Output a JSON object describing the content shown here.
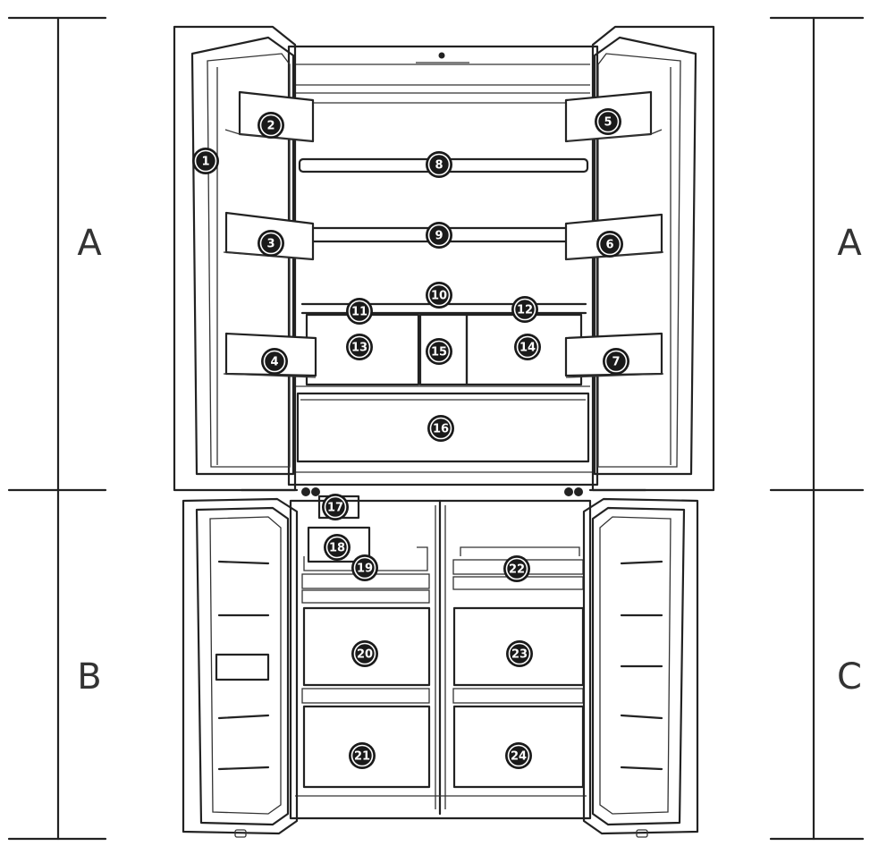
{
  "diagram": {
    "section_labels": {
      "left_upper": "A",
      "right_upper": "A",
      "left_lower": "B",
      "right_lower": "C"
    },
    "callouts": [
      "1",
      "2",
      "3",
      "4",
      "5",
      "6",
      "7",
      "8",
      "9",
      "10",
      "11",
      "12",
      "13",
      "14",
      "15",
      "16",
      "17",
      "18",
      "19",
      "20",
      "21",
      "22",
      "23",
      "24"
    ]
  }
}
